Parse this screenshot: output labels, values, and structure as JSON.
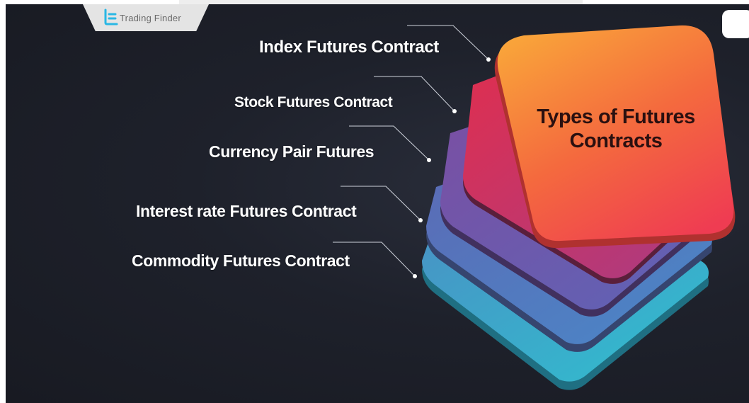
{
  "brand": {
    "name": "Trading Finder",
    "accent": "#2ab7e4"
  },
  "diagram": {
    "title": "Types of Futures Contracts",
    "items": [
      {
        "label": "Index Futures Contract",
        "color": "#f7941d"
      },
      {
        "label": "Stock Futures Contract",
        "color": "#e0314a"
      },
      {
        "label": "Currency Pair Futures",
        "color": "#a13d84"
      },
      {
        "label": "Interest rate Futures Contract",
        "color": "#6d56a8"
      },
      {
        "label": "Commodity Futures Contract",
        "color": "#3f7fb5"
      }
    ],
    "base_color": "#3ab5cf"
  },
  "colors": {
    "background": "#1e212b",
    "label_text": "#ffffff"
  }
}
